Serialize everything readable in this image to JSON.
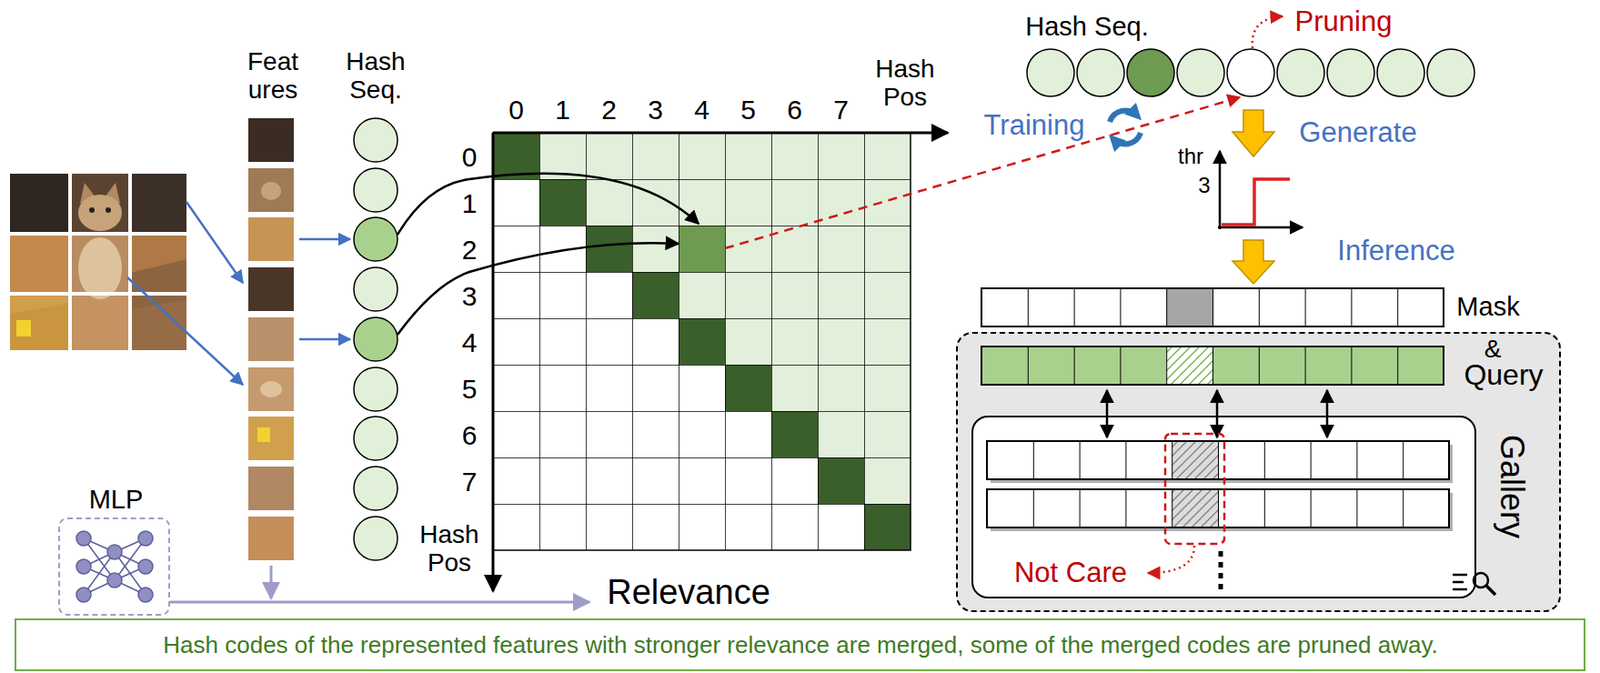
{
  "diagram": {
    "caption": "Hash codes of the represented features with stronger relevance are merged, some of the merged codes are pruned away.",
    "nodes": [
      {
        "text": [
          "MLP"
        ]
      },
      {
        "text": [
          "&",
          "Query"
        ]
      },
      {
        "text": [
          "Gallery"
        ],
        "in": 1
      }
    ],
    "labels": [
      "Feat ures",
      "Hash Seq.",
      "0",
      "1",
      "2",
      "3",
      "4",
      "5",
      "6",
      "7",
      "0",
      "1",
      "2",
      "3",
      "4",
      "5",
      "6",
      "7",
      "Hash Pos",
      "Hash Pos",
      "Relevance",
      "Hash Seq.",
      "Pruning",
      "Training",
      "Generate",
      "thr",
      "3",
      "Inference",
      "Mask",
      "Not Care"
    ]
  }
}
